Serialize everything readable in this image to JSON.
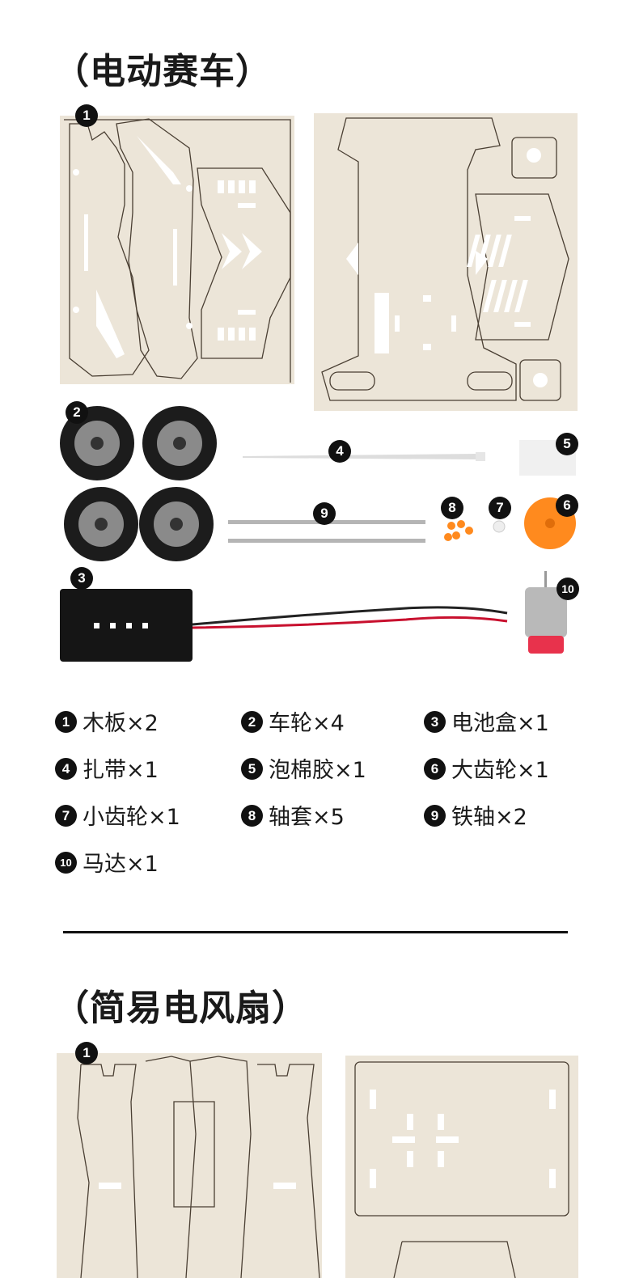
{
  "section1": {
    "title": "（电动赛车）",
    "badges": [
      "1",
      "2",
      "3",
      "4",
      "5",
      "6",
      "7",
      "8",
      "9",
      "10"
    ],
    "legend": [
      {
        "num": "1",
        "text": "木板×2"
      },
      {
        "num": "2",
        "text": "车轮×4"
      },
      {
        "num": "3",
        "text": "电池盒×1"
      },
      {
        "num": "4",
        "text": "扎带×1"
      },
      {
        "num": "5",
        "text": "泡棉胶×1"
      },
      {
        "num": "6",
        "text": "大齿轮×1"
      },
      {
        "num": "7",
        "text": "小齿轮×1"
      },
      {
        "num": "8",
        "text": "轴套×5"
      },
      {
        "num": "9",
        "text": "铁轴×2"
      },
      {
        "num": "10",
        "text": "马达×1"
      }
    ]
  },
  "section2": {
    "title": "（简易电风扇）",
    "badges": [
      "1"
    ]
  },
  "colors": {
    "wood": "#ece5d8",
    "wood_line": "#4a3f33",
    "gear_orange": "#ff8a1e",
    "badge": "#111111"
  }
}
